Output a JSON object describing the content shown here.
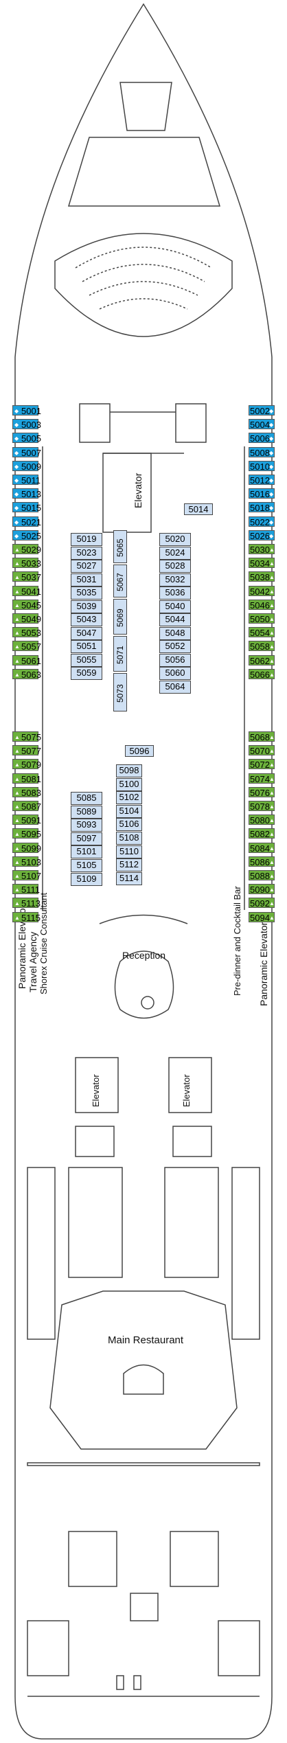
{
  "colors": {
    "blue_cabin": "#1ca0dc",
    "green_cabin": "#6cb13c",
    "interior_cabin": "#cfe0f3",
    "line": "#444444"
  },
  "port_cabins": [
    {
      "num": "5001",
      "cat": "blue"
    },
    {
      "num": "5003",
      "cat": "blue"
    },
    {
      "num": "5005",
      "cat": "blue"
    },
    {
      "num": "5007",
      "cat": "blue"
    },
    {
      "num": "5009",
      "cat": "blue"
    },
    {
      "num": "5011",
      "cat": "blue"
    },
    {
      "num": "5013",
      "cat": "blue"
    },
    {
      "num": "5015",
      "cat": "blue"
    },
    {
      "num": "5021",
      "cat": "blue"
    },
    {
      "num": "5025",
      "cat": "blue"
    },
    {
      "num": "5029",
      "cat": "green"
    },
    {
      "num": "5033",
      "cat": "green"
    },
    {
      "num": "5037",
      "cat": "green"
    },
    {
      "num": "5041",
      "cat": "green"
    },
    {
      "num": "5045",
      "cat": "green"
    },
    {
      "num": "5049",
      "cat": "green"
    },
    {
      "num": "5053",
      "cat": "green"
    },
    {
      "num": "5057",
      "cat": "green"
    },
    {
      "num": "5061",
      "cat": "green"
    },
    {
      "num": "5063",
      "cat": "green"
    },
    {
      "num": "5075",
      "cat": "green"
    },
    {
      "num": "5077",
      "cat": "green"
    },
    {
      "num": "5079",
      "cat": "green"
    },
    {
      "num": "5081",
      "cat": "green"
    },
    {
      "num": "5083",
      "cat": "green"
    },
    {
      "num": "5087",
      "cat": "green"
    },
    {
      "num": "5091",
      "cat": "green"
    },
    {
      "num": "5095",
      "cat": "green"
    },
    {
      "num": "5099",
      "cat": "green"
    },
    {
      "num": "5103",
      "cat": "green"
    },
    {
      "num": "5107",
      "cat": "green"
    },
    {
      "num": "5111",
      "cat": "green"
    },
    {
      "num": "5113",
      "cat": "green"
    },
    {
      "num": "5115",
      "cat": "green"
    }
  ],
  "starboard_cabins": [
    {
      "num": "5002",
      "cat": "blue"
    },
    {
      "num": "5004",
      "cat": "blue"
    },
    {
      "num": "5006",
      "cat": "blue"
    },
    {
      "num": "5008",
      "cat": "blue"
    },
    {
      "num": "5010",
      "cat": "blue"
    },
    {
      "num": "5012",
      "cat": "blue"
    },
    {
      "num": "5016",
      "cat": "blue"
    },
    {
      "num": "5018",
      "cat": "blue"
    },
    {
      "num": "5022",
      "cat": "blue"
    },
    {
      "num": "5026",
      "cat": "blue"
    },
    {
      "num": "5030",
      "cat": "green"
    },
    {
      "num": "5034",
      "cat": "green"
    },
    {
      "num": "5038",
      "cat": "green"
    },
    {
      "num": "5042",
      "cat": "green"
    },
    {
      "num": "5046",
      "cat": "green"
    },
    {
      "num": "5050",
      "cat": "green"
    },
    {
      "num": "5054",
      "cat": "green"
    },
    {
      "num": "5058",
      "cat": "green"
    },
    {
      "num": "5062",
      "cat": "green"
    },
    {
      "num": "5066",
      "cat": "green"
    },
    {
      "num": "5068",
      "cat": "green"
    },
    {
      "num": "5070",
      "cat": "green"
    },
    {
      "num": "5072",
      "cat": "green"
    },
    {
      "num": "5074",
      "cat": "green"
    },
    {
      "num": "5076",
      "cat": "green"
    },
    {
      "num": "5078",
      "cat": "green"
    },
    {
      "num": "5080",
      "cat": "green"
    },
    {
      "num": "5082",
      "cat": "green"
    },
    {
      "num": "5084",
      "cat": "green"
    },
    {
      "num": "5086",
      "cat": "green"
    },
    {
      "num": "5088",
      "cat": "green"
    },
    {
      "num": "5090",
      "cat": "green"
    },
    {
      "num": "5092",
      "cat": "green"
    },
    {
      "num": "5094",
      "cat": "green"
    }
  ],
  "inner_left_upper": [
    "5019",
    "5023",
    "5027",
    "5031",
    "5035",
    "5039",
    "5043",
    "5047",
    "5051",
    "5055",
    "5059"
  ],
  "inner_right_upper": [
    "5020",
    "5024",
    "5028",
    "5032",
    "5036",
    "5040",
    "5044",
    "5048",
    "5052",
    "5056",
    "5060",
    "5064"
  ],
  "inner_center_upper": [
    "5065",
    "5067",
    "5069",
    "5071",
    "5073"
  ],
  "inner_left_lower": [
    "5085",
    "5089",
    "5093",
    "5097",
    "5101",
    "5105",
    "5109"
  ],
  "inner_center_lower": [
    "5098",
    "5100",
    "5102",
    "5104",
    "5106",
    "5108",
    "5110",
    "5112",
    "5114"
  ],
  "single_cabins": {
    "c5014": "5014",
    "c5096": "5096"
  },
  "labels": {
    "elevator_fwd": "Elevator",
    "reception": "Reception",
    "panoramic_elevator_port": "Panoramic Elevator",
    "travel_agency": "Travel Agency",
    "shorex_consultant": "Shorex Cruise Consultant",
    "pre_dinner_bar": "Pre-dinner and Cocktail Bar",
    "panoramic_elevator_stbd": "Panoramic Elevator",
    "elevator_mid_left": "Elevator",
    "elevator_mid_right": "Elevator",
    "main_restaurant": "Main Restaurant"
  }
}
